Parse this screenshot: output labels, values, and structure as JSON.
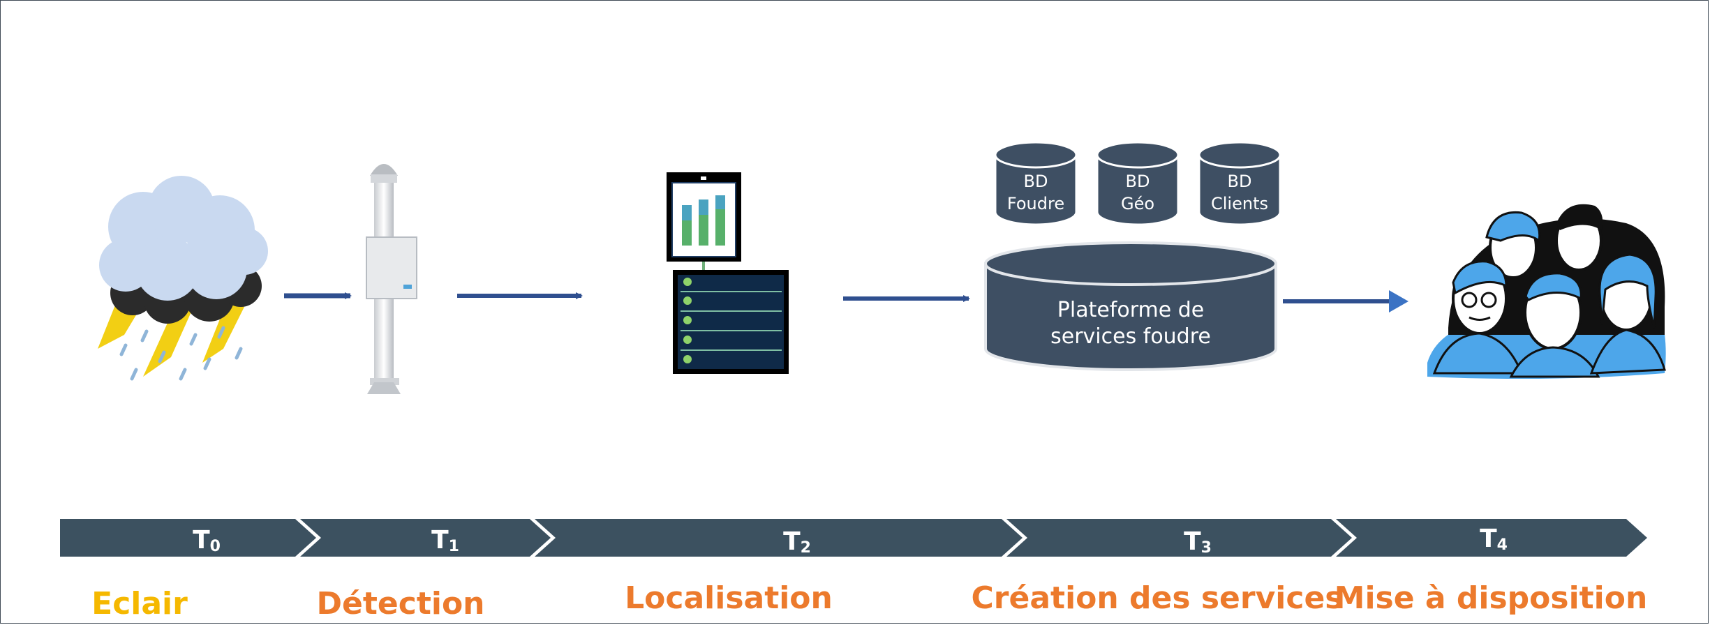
{
  "colors": {
    "timeline": "#3c5160",
    "arrow": "#2f4f8f",
    "eclair_label": "#f5b800",
    "stage_label": "#ec7a2c",
    "database": "#3e4f63",
    "cloud": "#c9d9f0",
    "lightning": "#f2cf14",
    "people_accent": "#4da6ea"
  },
  "icons": {
    "storm": "storm-cloud-icon",
    "sensor": "lightning-sensor-icon",
    "server": "server-computer-icon",
    "users": "people-group-icon"
  },
  "databases": [
    {
      "line1": "BD",
      "line2": "Foudre"
    },
    {
      "line1": "BD",
      "line2": "Géo"
    },
    {
      "line1": "BD",
      "line2": "Clients"
    }
  ],
  "platform": {
    "line1": "Plateforme de",
    "line2": "services foudre"
  },
  "timeline": [
    {
      "main": "T",
      "sub": "0"
    },
    {
      "main": "T",
      "sub": "1"
    },
    {
      "main": "T",
      "sub": "2"
    },
    {
      "main": "T",
      "sub": "3"
    },
    {
      "main": "T",
      "sub": "4"
    }
  ],
  "stages": [
    {
      "label": "Eclair"
    },
    {
      "label": "Détection"
    },
    {
      "label": "Localisation"
    },
    {
      "label": "Création des services"
    },
    {
      "label": "Mise à disposition"
    }
  ]
}
